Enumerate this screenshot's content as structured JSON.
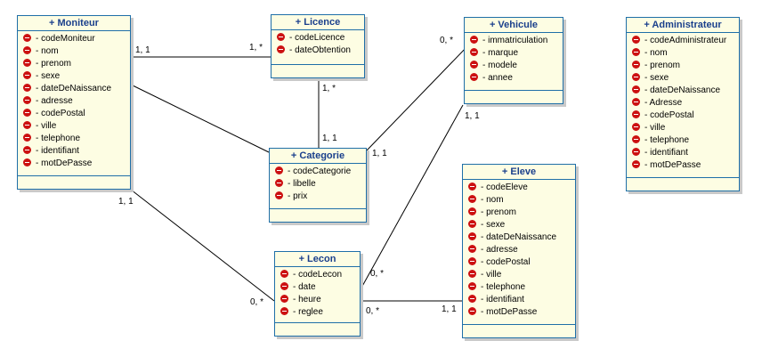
{
  "classes": {
    "moniteur": {
      "name": "+ Moniteur",
      "attributes": [
        "- codeMoniteur",
        "- nom",
        "- prenom",
        "- sexe",
        "- dateDeNaissance",
        "- adresse",
        "- codePostal",
        "- ville",
        "- telephone",
        "- identifiant",
        "- motDePasse"
      ]
    },
    "licence": {
      "name": "+ Licence",
      "attributes": [
        "- codeLicence",
        "- dateObtention"
      ]
    },
    "vehicule": {
      "name": "+ Vehicule",
      "attributes": [
        "- immatriculation",
        "- marque",
        "- modele",
        "- annee"
      ]
    },
    "administrateur": {
      "name": "+ Administrateur",
      "attributes": [
        "- codeAdministrateur",
        "- nom",
        "- prenom",
        "- sexe",
        "- dateDeNaissance",
        "- Adresse",
        "- codePostal",
        "- ville",
        "- telephone",
        "- identifiant",
        "- motDePasse"
      ]
    },
    "categorie": {
      "name": "+ Categorie",
      "attributes": [
        "- codeCategorie",
        "- libelle",
        "- prix"
      ]
    },
    "eleve": {
      "name": "+ Eleve",
      "attributes": [
        "- codeEleve",
        "- nom",
        "- prenom",
        "- sexe",
        "- dateDeNaissance",
        "- adresse",
        "- codePostal",
        "- ville",
        "- telephone",
        "- identifiant",
        "- motDePasse"
      ]
    },
    "lecon": {
      "name": "+ Lecon",
      "attributes": [
        "- codeLecon",
        "- date",
        "- heure",
        "- reglee"
      ]
    }
  },
  "multiplicities": {
    "moniteur_licence_near_moniteur": "1, 1",
    "moniteur_licence_near_licence": "1, *",
    "licence_categorie_near_licence": "1, *",
    "licence_categorie_near_categorie": "1, 1",
    "vehicule_categorie_near_vehicule": "0, *",
    "vehicule_categorie_near_categorie": "1, 1",
    "vehicule_lecon_near_vehicule": "1, 1",
    "vehicule_lecon_near_lecon": "0, *",
    "moniteur_lecon_near_moniteur": "1, 1",
    "moniteur_lecon_near_lecon": "0, *",
    "lecon_eleve_near_lecon": "0, *",
    "lecon_eleve_near_eleve": "1, 1"
  }
}
